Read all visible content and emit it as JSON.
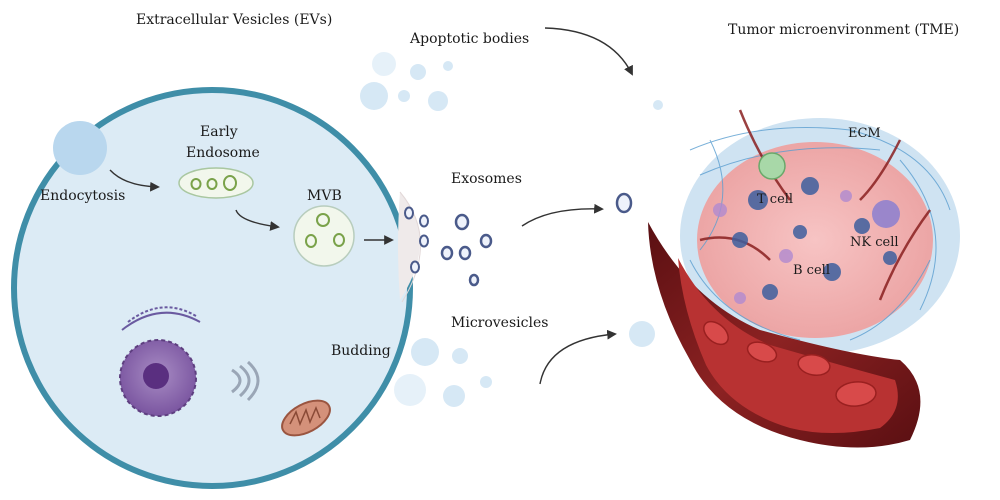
{
  "labels": {
    "evs": "Extracellular Vesicles (EVs)",
    "apoptotic": "Apoptotic bodies",
    "tme": "Tumor microenvironment (TME)",
    "early_line1": "Early",
    "early_line2": "Endosome",
    "endocytosis": "Endocytosis",
    "mvb": "MVB",
    "exosomes": "Exosomes",
    "microvesicles": "Microvesicles",
    "budding": "Budding",
    "ecm": "ECM",
    "tcell": "T cell",
    "nkcell": "NK cell",
    "bcell": "B cell"
  },
  "colors": {
    "cell_fill": "#dcebf5",
    "cell_border": "#3f8ea8",
    "vesicle": "#d2e6f4",
    "exosome_ring": "#4a5a8a",
    "nucleus": "#8a66a8",
    "blood_vessel": "#7b1c1c",
    "tumor_pink": "#f1b2b2",
    "ecm_blue": "#5a9ed0"
  }
}
